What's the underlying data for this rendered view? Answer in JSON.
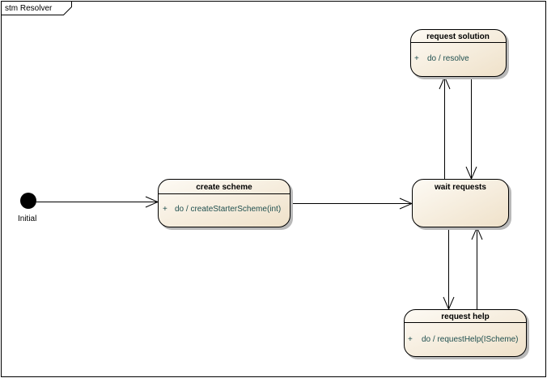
{
  "frame": {
    "title": "stm Resolver"
  },
  "colors": {
    "state_fill_top": "#fdfaf4",
    "state_fill_bottom": "#efe1c9",
    "behavior_text": "#1f4f4f",
    "line": "#000000"
  },
  "initial": {
    "label": "Initial"
  },
  "states": {
    "create_scheme": {
      "name": "create scheme",
      "plus": "+",
      "behavior": "do / createStarterScheme(int)"
    },
    "wait_requests": {
      "name": "wait requests"
    },
    "request_solution": {
      "name": "request solution",
      "plus": "+",
      "behavior": "do / resolve"
    },
    "request_help": {
      "name": "request help",
      "plus": "+",
      "behavior": "do / requestHelp(IScheme)"
    }
  },
  "transitions": [
    {
      "from": "Initial",
      "to": "create scheme"
    },
    {
      "from": "create scheme",
      "to": "wait requests"
    },
    {
      "from": "wait requests",
      "to": "request solution"
    },
    {
      "from": "request solution",
      "to": "wait requests"
    },
    {
      "from": "wait requests",
      "to": "request help"
    },
    {
      "from": "request help",
      "to": "wait requests"
    }
  ]
}
